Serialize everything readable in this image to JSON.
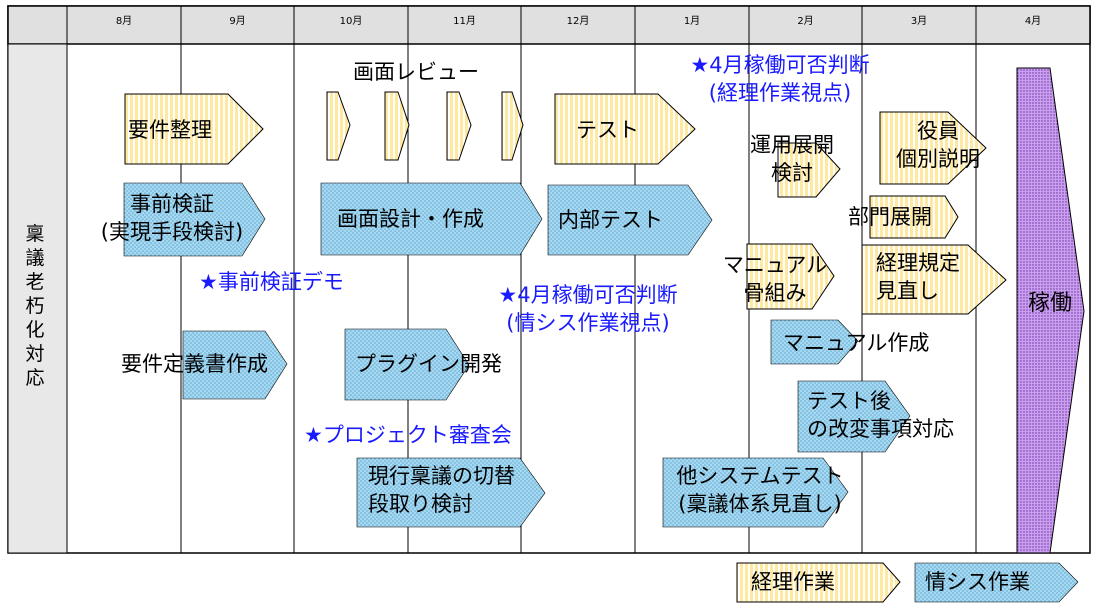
{
  "header": {
    "months": [
      "8月",
      "9月",
      "10月",
      "11月",
      "12月",
      "1月",
      "2月",
      "3月",
      "4月"
    ]
  },
  "side_label": "稟議老朽化対応",
  "keiri_tasks": {
    "requirements": "要件整理",
    "screen_review": "画面レビュー",
    "test": "テスト",
    "ops_rollout_review": [
      "運用展開",
      "検討"
    ],
    "exec_briefing": [
      "役員",
      "個別説明"
    ],
    "dept_rollout": "部門展開",
    "manual_outline": [
      "マニュアル",
      "骨組み"
    ],
    "rule_review": [
      "経理規定",
      "見直し"
    ]
  },
  "joho_tasks": {
    "pre_verification": [
      "事前検証",
      "(実現手段検討)"
    ],
    "screen_design": "画面設計・作成",
    "internal_test": "内部テスト",
    "requirements_doc": "要件定義書作成",
    "plugin_dev": "プラグイン開発",
    "manual_creation": "マニュアル作成",
    "post_test_changes": [
      "テスト後",
      "の改変事項対応"
    ],
    "switch_procedure": [
      "現行稟議の切替",
      "段取り検討"
    ],
    "other_system_test": [
      "他システムテスト",
      "(稟議体系見直し)"
    ]
  },
  "milestones": {
    "keiri_go_decision": [
      "★4月稼働可否判断",
      "(経理作業視点)"
    ],
    "pre_verification_demo": "★事前検証デモ",
    "joho_go_decision": [
      "★4月稼働可否判断",
      "(情シス作業視点)"
    ],
    "project_review": "★プロジェクト審査会"
  },
  "golive": "稼働",
  "legend": {
    "keiri": "経理作業",
    "joho": "情シス作業"
  },
  "colors": {
    "keiri_fill": "#ffe8a0",
    "keiri_stripe": "#ffffff",
    "joho_fill": "#a8d8f0",
    "joho_dot": "#5aaad6",
    "golive_fill": "#c9a0f0",
    "golive_dot": "#7030a0",
    "milestone_text": "#1a1aff",
    "header_fill": "#e0e0e0"
  }
}
